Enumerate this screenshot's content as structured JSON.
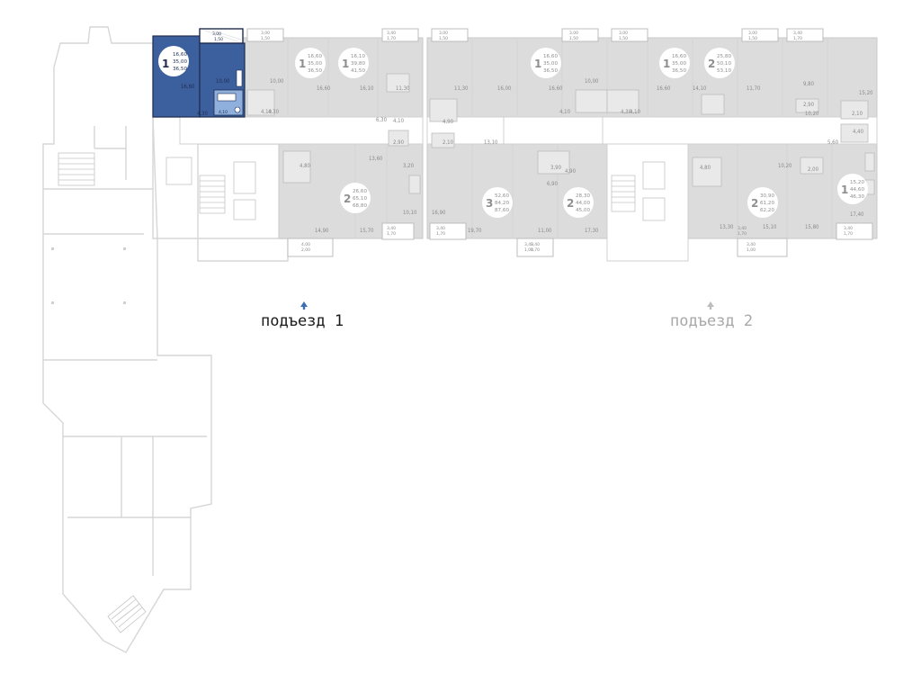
{
  "entrances": [
    {
      "label": "подъезд 1",
      "active": true,
      "arrow_color": "#3b6fb5"
    },
    {
      "label": "подъезд 2",
      "active": false,
      "arrow_color": "#bdbdbd"
    }
  ],
  "colors": {
    "selected_fill": "#3c5f9e",
    "selected_bath": "#8fb0dc",
    "inactive_fill": "#dcdcdc",
    "selected_outline": "#1f2d52"
  },
  "selected_apartment": {
    "rooms": "1",
    "living": "16,60",
    "total": "35,00",
    "total_with_balcony": "36,50",
    "room_areas": {
      "room": "16,60",
      "kitchen": "10,00",
      "hall": "4,30",
      "bath": "4,10",
      "balcony_a": "3,00",
      "balcony_b": "1,50"
    }
  },
  "apartments": [
    {
      "id": "a2",
      "rooms": "1",
      "areas": [
        "16,60",
        "35,00",
        "36,50"
      ]
    },
    {
      "id": "a3",
      "rooms": "1",
      "areas": [
        "16,10",
        "39,80",
        "41,50"
      ]
    },
    {
      "id": "a4",
      "rooms": "2",
      "areas": [
        "26,60",
        "65,10",
        "68,80"
      ]
    },
    {
      "id": "a5",
      "rooms": "1",
      "areas": [
        "16,60",
        "35,00",
        "36,50"
      ]
    },
    {
      "id": "a6",
      "rooms": "1",
      "areas": [
        "16,60",
        "35,00",
        "36,50"
      ]
    },
    {
      "id": "a7",
      "rooms": "2",
      "areas": [
        "25,80",
        "50,10",
        "53,10"
      ]
    },
    {
      "id": "a8",
      "rooms": "3",
      "areas": [
        "52,60",
        "84,20",
        "87,60"
      ]
    },
    {
      "id": "a9",
      "rooms": "2",
      "areas": [
        "28,30",
        "44,00",
        "45,00"
      ]
    },
    {
      "id": "a10",
      "rooms": "2",
      "areas": [
        "30,90",
        "61,20",
        "62,20"
      ]
    },
    {
      "id": "a11",
      "rooms": "1",
      "areas": [
        "15,20",
        "44,60",
        "46,30"
      ]
    }
  ],
  "room_labels": [
    "10,00",
    "16,60",
    "16,10",
    "11,30",
    "4,30",
    "4,10",
    "6,30",
    "4,10",
    "2,90",
    "13,60",
    "3,20",
    "4,80",
    "14,90",
    "15,70",
    "10,10",
    "11,30",
    "16,00",
    "4,90",
    "2,10",
    "13,10",
    "16,60",
    "10,00",
    "4,10",
    "4,30",
    "16,60",
    "14,10",
    "4,10",
    "11,70",
    "9,80",
    "2,90",
    "15,20",
    "2,10",
    "10,20",
    "5,60",
    "4,40",
    "10,20",
    "2,00",
    "3,90",
    "4,90",
    "6,90",
    "16,90",
    "19,70",
    "11,00",
    "17,30",
    "4,80",
    "13,30",
    "15,10",
    "15,80",
    "17,40"
  ],
  "balcony_labels": [
    [
      "3,00",
      "1,50"
    ],
    [
      "3,40",
      "1,70"
    ],
    [
      "3,40",
      "1,70"
    ],
    [
      "4,00",
      "2,00"
    ],
    [
      "3,40",
      "1,70"
    ],
    [
      "3,40",
      "1,70"
    ],
    [
      "3,00",
      "1,50"
    ],
    [
      "3,00",
      "1,50"
    ],
    [
      "3,00",
      "1,50"
    ],
    [
      "3,00",
      "1,50"
    ],
    [
      "3,40",
      "1,70"
    ],
    [
      "3,40",
      "1,70"
    ],
    [
      "3,40",
      "1,00"
    ],
    [
      "3,40",
      "1,00"
    ],
    [
      "3,40",
      "1,70"
    ]
  ]
}
